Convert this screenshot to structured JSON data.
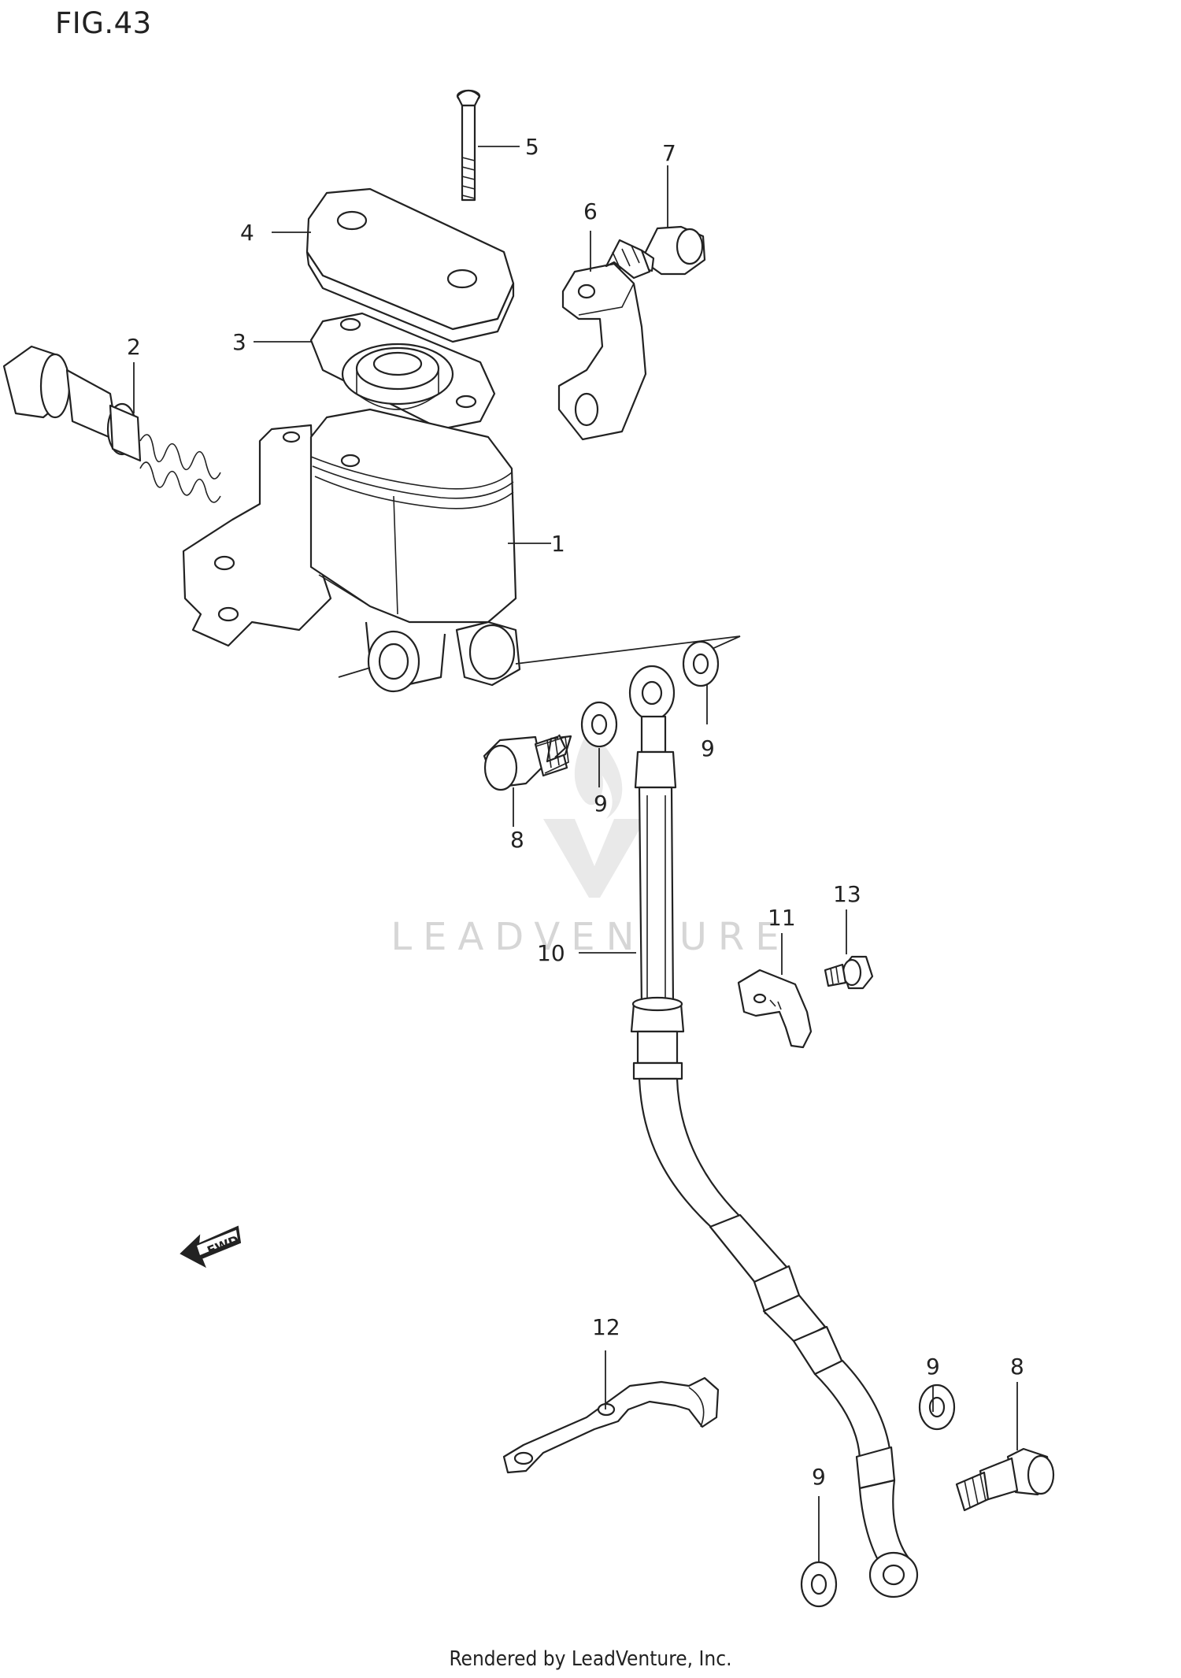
{
  "figure": {
    "title": "FIG.43"
  },
  "callouts": [
    "1",
    "2",
    "3",
    "4",
    "5",
    "6",
    "7",
    "8",
    "9",
    "10",
    "11",
    "12",
    "13"
  ],
  "fwd_label": "FWD",
  "watermark": "LEADVENTURE",
  "footer": "Rendered by LeadVenture, Inc."
}
